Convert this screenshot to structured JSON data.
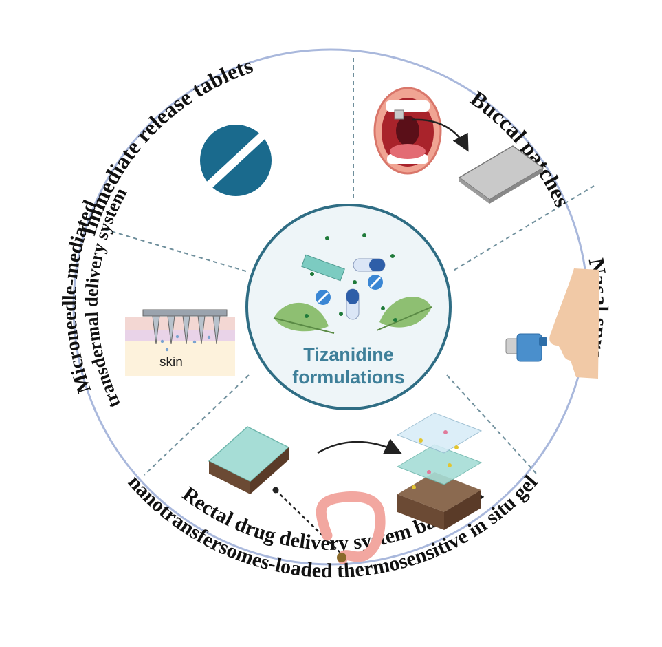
{
  "center": {
    "line1": "Tizanidine",
    "line2": "formulations"
  },
  "segments": {
    "immediate_release": "Immediate release tablets",
    "buccal": "Buccal patches",
    "nasal": "Nasal spray",
    "rectal_line1": "Rectal drug delivery system based on",
    "rectal_line2": "nanotransfersomes-loaded thermosensitive in situ gel",
    "microneedle_line1": "Microneedle-mediated",
    "microneedle_line2": "transdermal delivery system"
  },
  "skin_label": "skin",
  "colors": {
    "ring": "#a9b8dc",
    "dash": "#6f8f9c",
    "tablet": "#1a6a8d",
    "center_fill": "#eef5f8",
    "center_stroke": "#2f6d84",
    "center_text": "#3e7f99"
  }
}
